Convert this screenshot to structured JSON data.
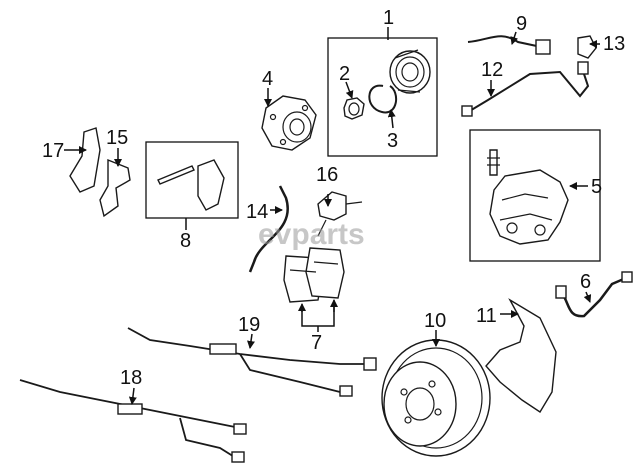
{
  "callouts": {
    "c1": "1",
    "c2": "2",
    "c3": "3",
    "c4": "4",
    "c5": "5",
    "c6": "6",
    "c7": "7",
    "c8": "8",
    "c9": "9",
    "c10": "10",
    "c11": "11",
    "c12": "12",
    "c13": "13",
    "c14": "14",
    "c15": "15",
    "c16": "16",
    "c17": "17",
    "c18": "18",
    "c19": "19"
  },
  "watermark": "evparts"
}
